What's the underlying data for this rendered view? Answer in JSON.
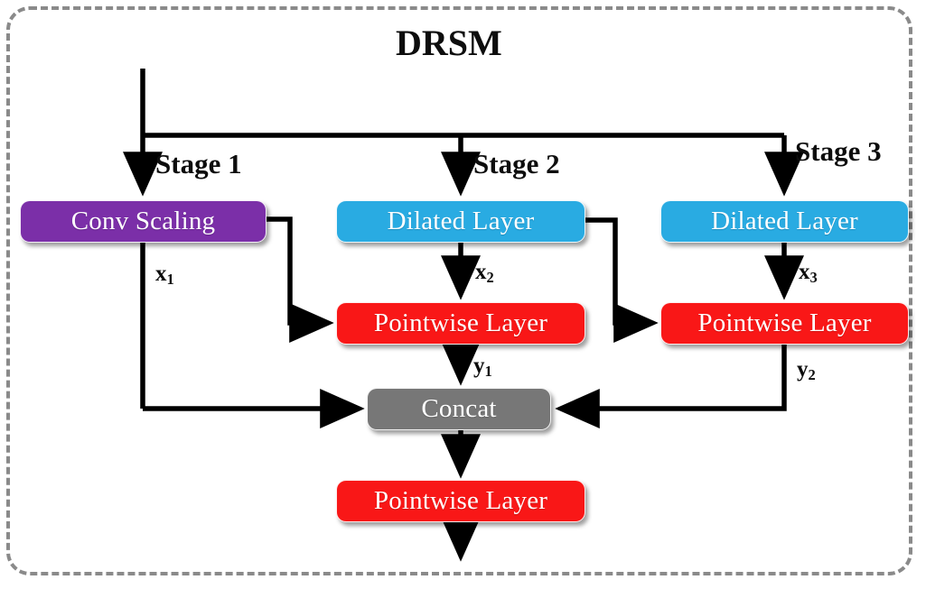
{
  "diagram": {
    "title": "DRSM",
    "frame": {
      "style": "dashed-rounded",
      "color": "#8a8a8a"
    },
    "palette": {
      "conv_scaling": "#7b2fa8",
      "dilated_layer": "#29ABE2",
      "pointwise_layer": "#F91717",
      "concat": "#777777",
      "wire": "#000000",
      "frame": "#8a8a8a",
      "text_on_node": "#ffffff",
      "text_label": "#0d0d0d"
    },
    "stages": [
      {
        "id": "stage1",
        "label": "Stage 1"
      },
      {
        "id": "stage2",
        "label": "Stage 2"
      },
      {
        "id": "stage3",
        "label": "Stage 3"
      }
    ],
    "nodes": [
      {
        "id": "conv-scaling",
        "label": "Conv Scaling",
        "color": "conv_scaling"
      },
      {
        "id": "dilated-layer-1",
        "label": "Dilated Layer",
        "color": "dilated_layer"
      },
      {
        "id": "dilated-layer-2",
        "label": "Dilated Layer",
        "color": "dilated_layer"
      },
      {
        "id": "pointwise-layer-1",
        "label": "Pointwise Layer",
        "color": "pointwise_layer"
      },
      {
        "id": "pointwise-layer-2",
        "label": "Pointwise Layer",
        "color": "pointwise_layer"
      },
      {
        "id": "concat",
        "label": "Concat",
        "color": "concat"
      },
      {
        "id": "pointwise-layer-3",
        "label": "Pointwise Layer",
        "color": "pointwise_layer"
      }
    ],
    "signals": [
      {
        "id": "x1",
        "base": "x",
        "sub": "1"
      },
      {
        "id": "x2",
        "base": "x",
        "sub": "2"
      },
      {
        "id": "x3",
        "base": "x",
        "sub": "3"
      },
      {
        "id": "y1",
        "base": "y",
        "sub": "1"
      },
      {
        "id": "y2",
        "base": "y",
        "sub": "2"
      }
    ]
  }
}
